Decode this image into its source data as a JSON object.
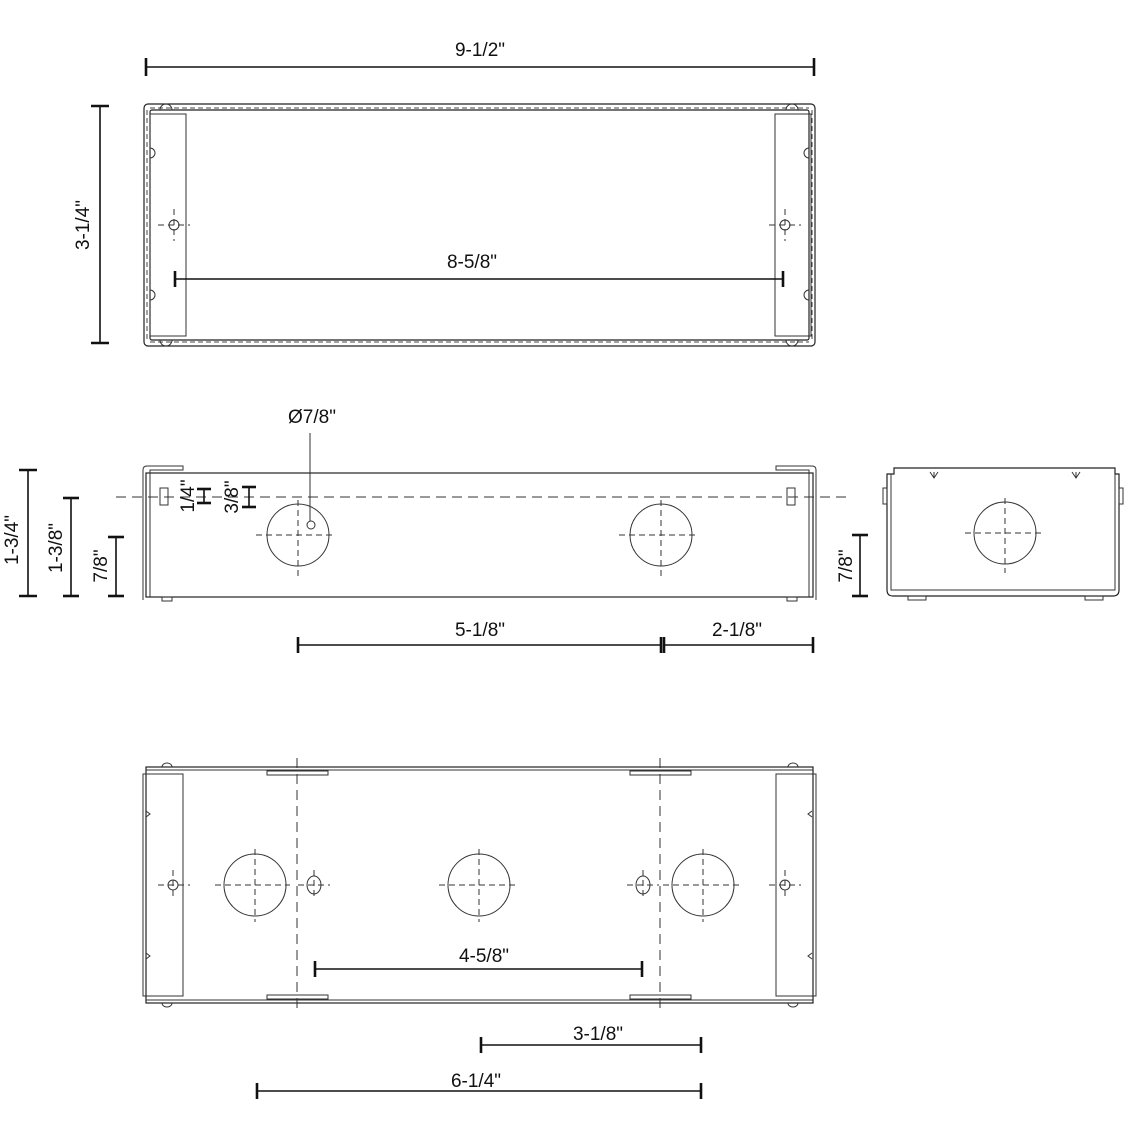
{
  "drawing": {
    "type": "technical-drawing",
    "subject": "rectangular junction box - three orthographic views",
    "line_color": "#222222",
    "background": "#ffffff"
  },
  "top_view": {
    "dims": {
      "overall_width": "9-1/2\"",
      "overall_height": "3-1/4\"",
      "mount_hole_spacing": "8-5/8\""
    }
  },
  "front_view": {
    "dims": {
      "hole_diameter": "Ø7/8\"",
      "total_height": "1-3/4\"",
      "height_1": "1-3/8\"",
      "hole_center_height": "7/8\"",
      "tab_offset_1": "1/4\"",
      "tab_offset_2": "3/8\"",
      "hole_spacing": "5-1/8\"",
      "hole_to_edge": "2-1/8\""
    }
  },
  "side_view": {
    "dims": {
      "hole_center_height": "7/8\""
    }
  },
  "bottom_view": {
    "dims": {
      "small_hole_spacing": "4-5/8\"",
      "dim_3": "3-1/8\"",
      "dim_4": "6-1/4\""
    }
  }
}
